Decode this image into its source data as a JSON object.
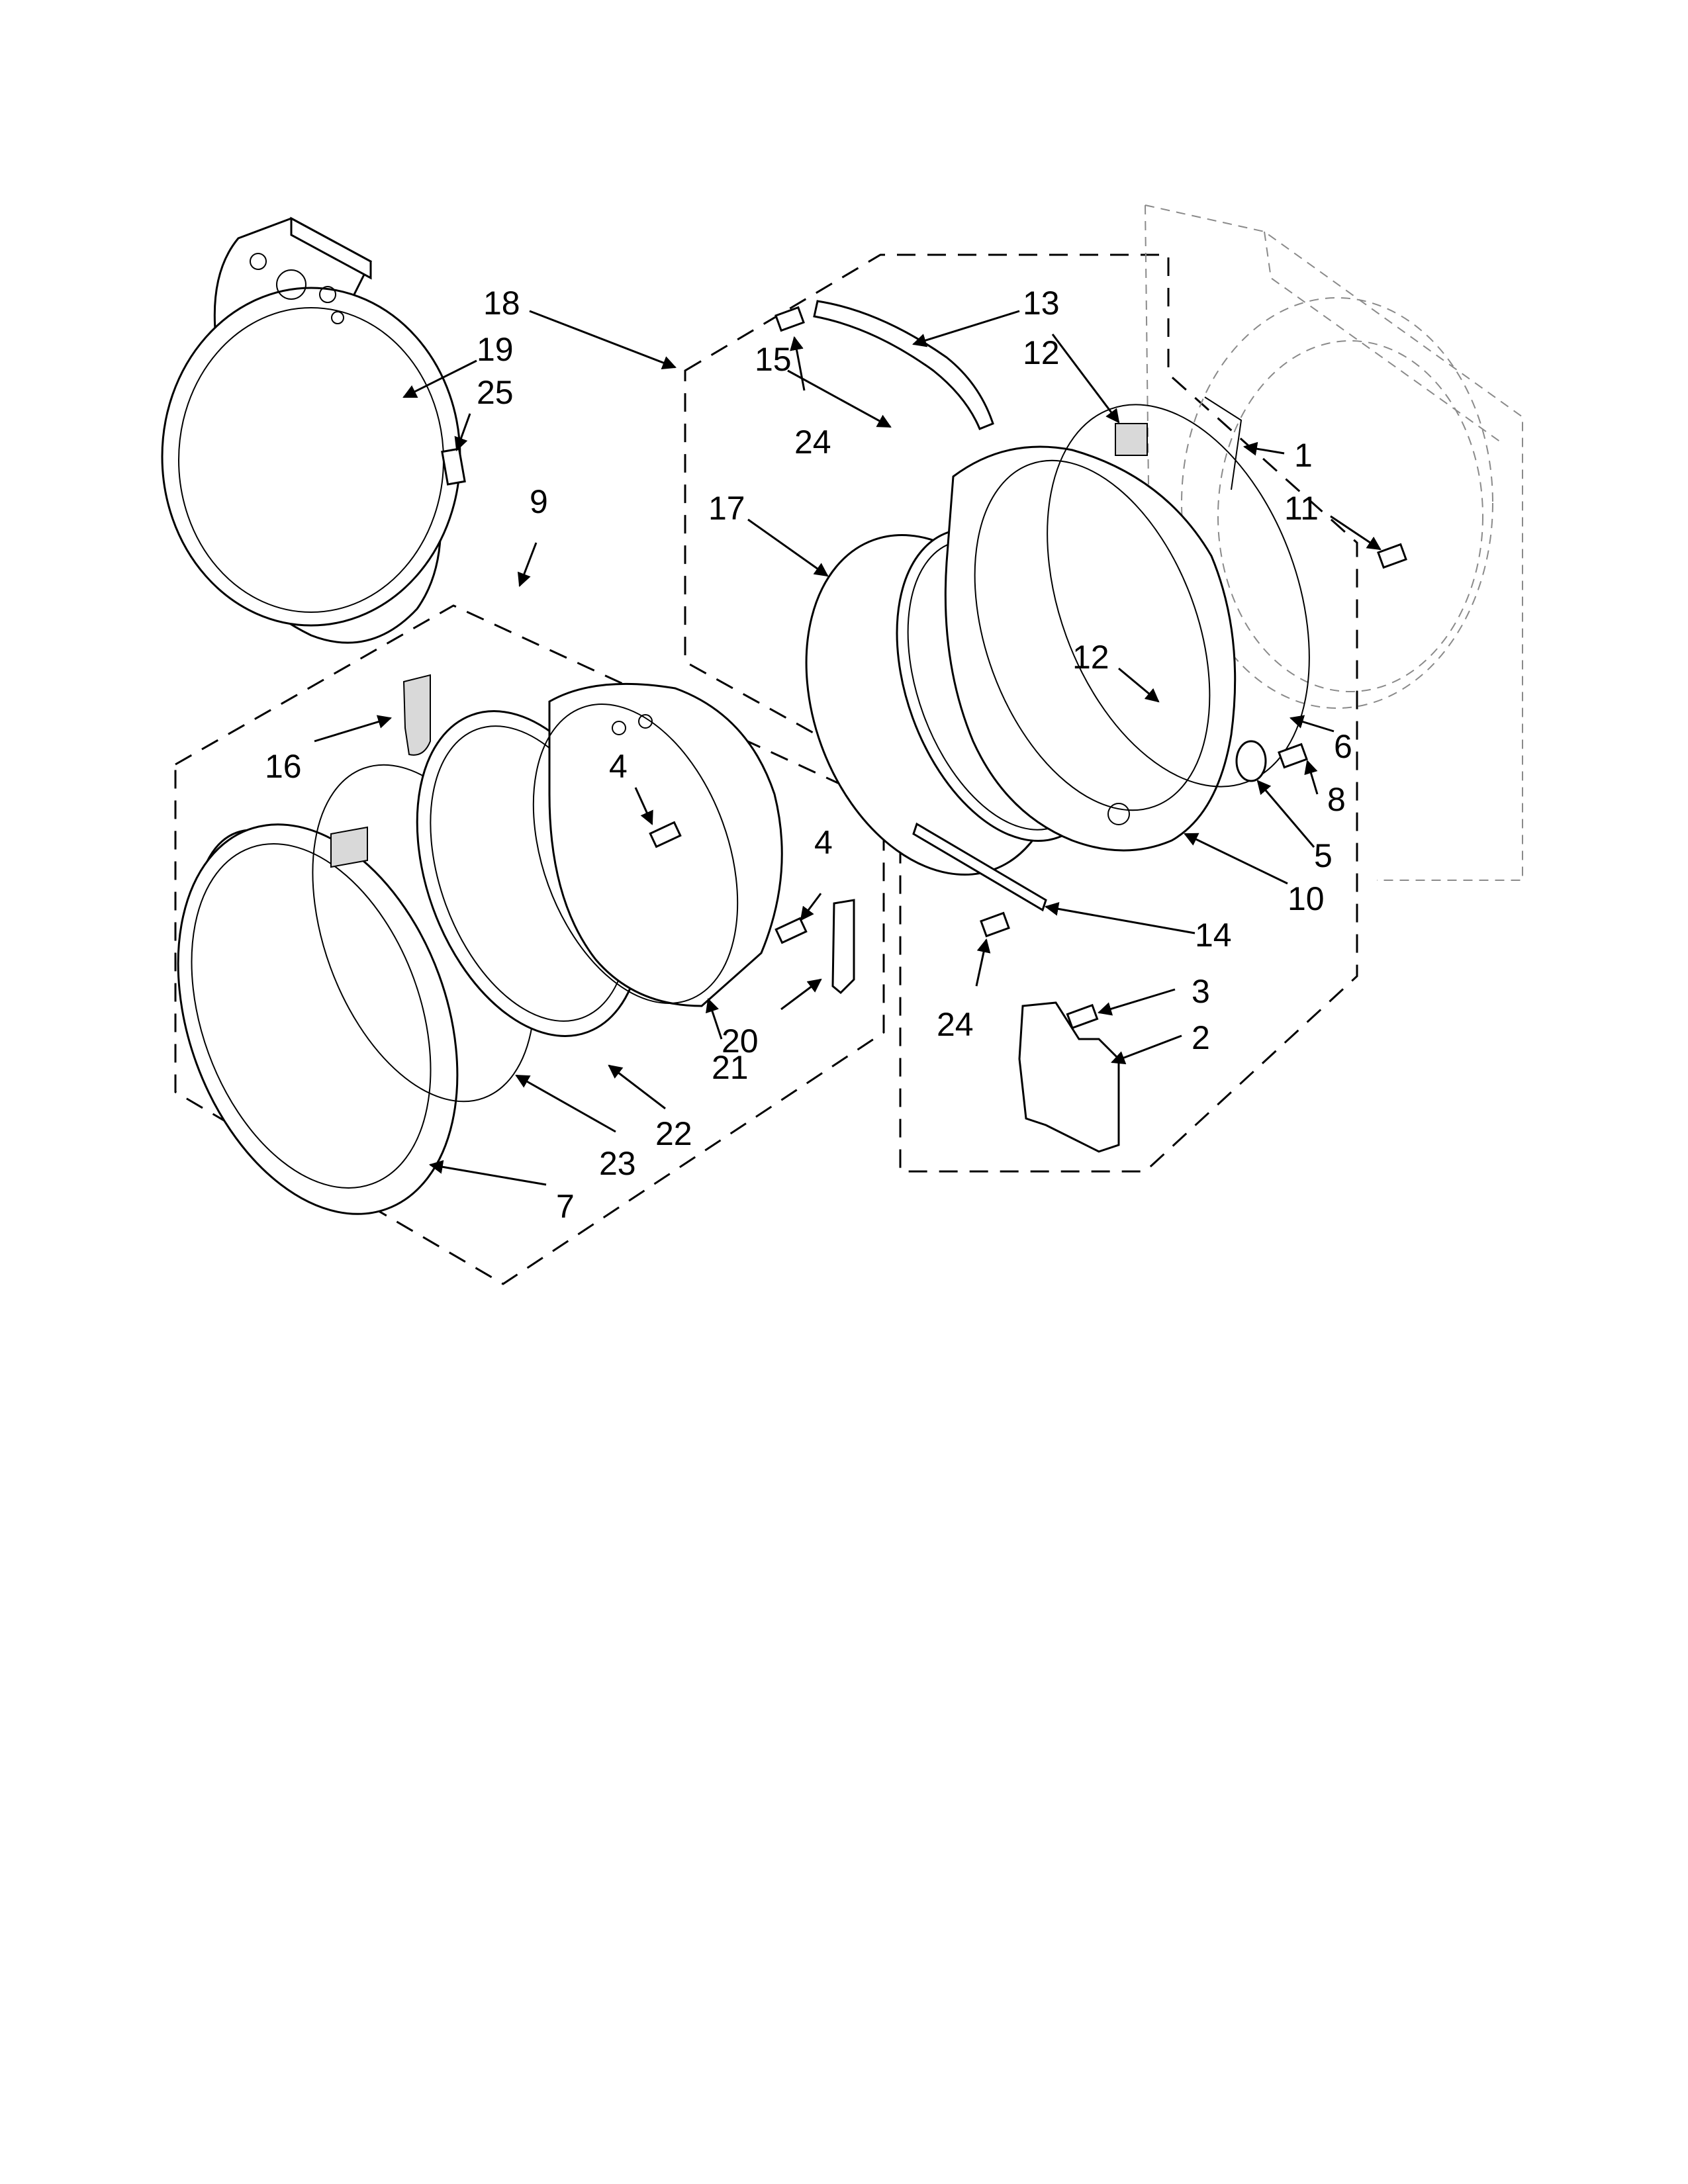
{
  "diagram": {
    "callouts": [
      {
        "id": "c18",
        "text": "18"
      },
      {
        "id": "c19",
        "text": "19"
      },
      {
        "id": "c25",
        "text": "25"
      },
      {
        "id": "c9",
        "text": "9"
      },
      {
        "id": "c16",
        "text": "16"
      },
      {
        "id": "c4a",
        "text": "4"
      },
      {
        "id": "c4b",
        "text": "4"
      },
      {
        "id": "c20",
        "text": "20"
      },
      {
        "id": "c21",
        "text": "21"
      },
      {
        "id": "c22",
        "text": "22"
      },
      {
        "id": "c23",
        "text": "23"
      },
      {
        "id": "c7",
        "text": "7"
      },
      {
        "id": "c13",
        "text": "13"
      },
      {
        "id": "c12a",
        "text": "12"
      },
      {
        "id": "c24a",
        "text": "24"
      },
      {
        "id": "c15",
        "text": "15"
      },
      {
        "id": "c17",
        "text": "17"
      },
      {
        "id": "c1",
        "text": "1"
      },
      {
        "id": "c11",
        "text": "11"
      },
      {
        "id": "c12b",
        "text": "12"
      },
      {
        "id": "c6",
        "text": "6"
      },
      {
        "id": "c8",
        "text": "8"
      },
      {
        "id": "c5",
        "text": "5"
      },
      {
        "id": "c10",
        "text": "10"
      },
      {
        "id": "c14",
        "text": "14"
      },
      {
        "id": "c24b",
        "text": "24"
      },
      {
        "id": "c3",
        "text": "3"
      },
      {
        "id": "c2",
        "text": "2"
      }
    ]
  }
}
